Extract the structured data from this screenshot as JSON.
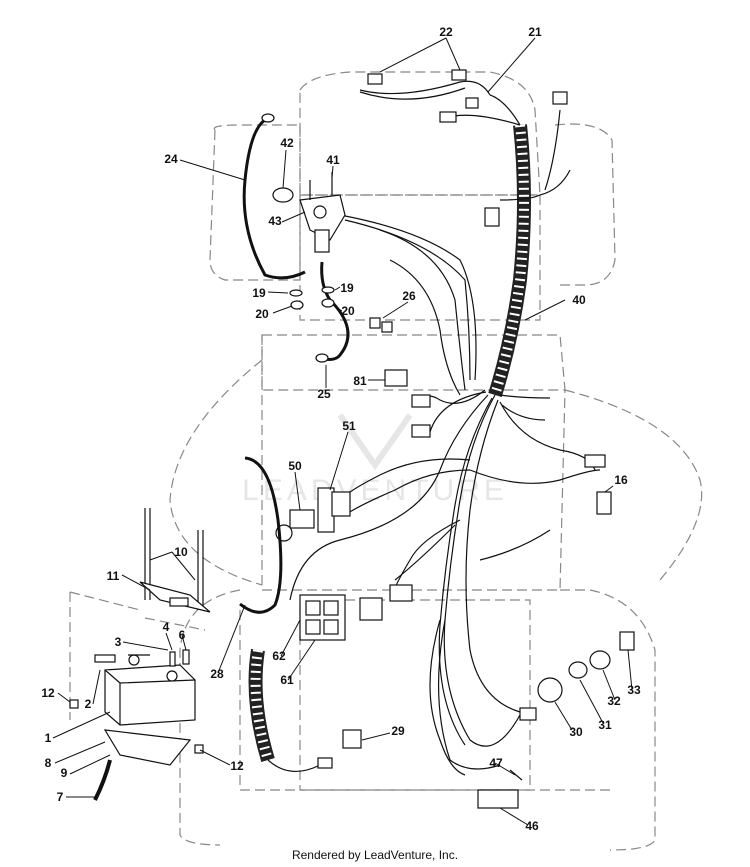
{
  "callouts": [
    "22",
    "21",
    "24",
    "42",
    "41",
    "43",
    "19",
    "20",
    "26",
    "40",
    "81",
    "25",
    "51",
    "50",
    "16",
    "10",
    "11",
    "3",
    "4",
    "6",
    "12",
    "2",
    "1",
    "8",
    "9",
    "7",
    "28",
    "62",
    "61",
    "29",
    "30",
    "31",
    "32",
    "33",
    "47",
    "46"
  ],
  "footer": "Rendered by LeadVenture, Inc.",
  "watermark": "LEADVENTURE"
}
